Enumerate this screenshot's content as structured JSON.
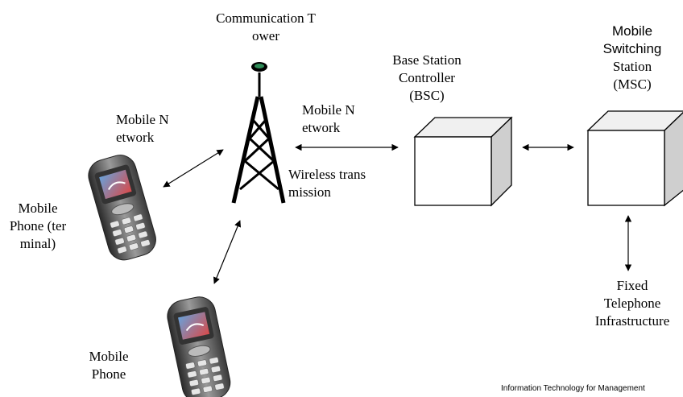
{
  "labels": {
    "tower": [
      "Communication T",
      "ower"
    ],
    "bsc": [
      "Base Station",
      "Controller",
      "(BSC)"
    ],
    "msc_sans": [
      "Mobile",
      "Switching"
    ],
    "msc_serif": [
      "Station",
      "(MSC)"
    ],
    "network_left": [
      "Mobile N",
      "etwork"
    ],
    "network_mid": [
      "Mobile N",
      "etwork"
    ],
    "wireless": [
      "Wireless trans",
      "mission"
    ],
    "phone_terminal": [
      "Mobile",
      "Phone (ter",
      "minal)"
    ],
    "phone_bottom": [
      "Mobile",
      "Phone"
    ],
    "fixed": [
      "Fixed",
      "Telephone",
      "Infrastructure"
    ]
  },
  "footer": "Information Technology for Management",
  "colors": {
    "antenna_tip": "#2e8b57",
    "box_front": "#ffffff",
    "box_top": "#f0f0f0",
    "box_side": "#cfcfcf"
  }
}
